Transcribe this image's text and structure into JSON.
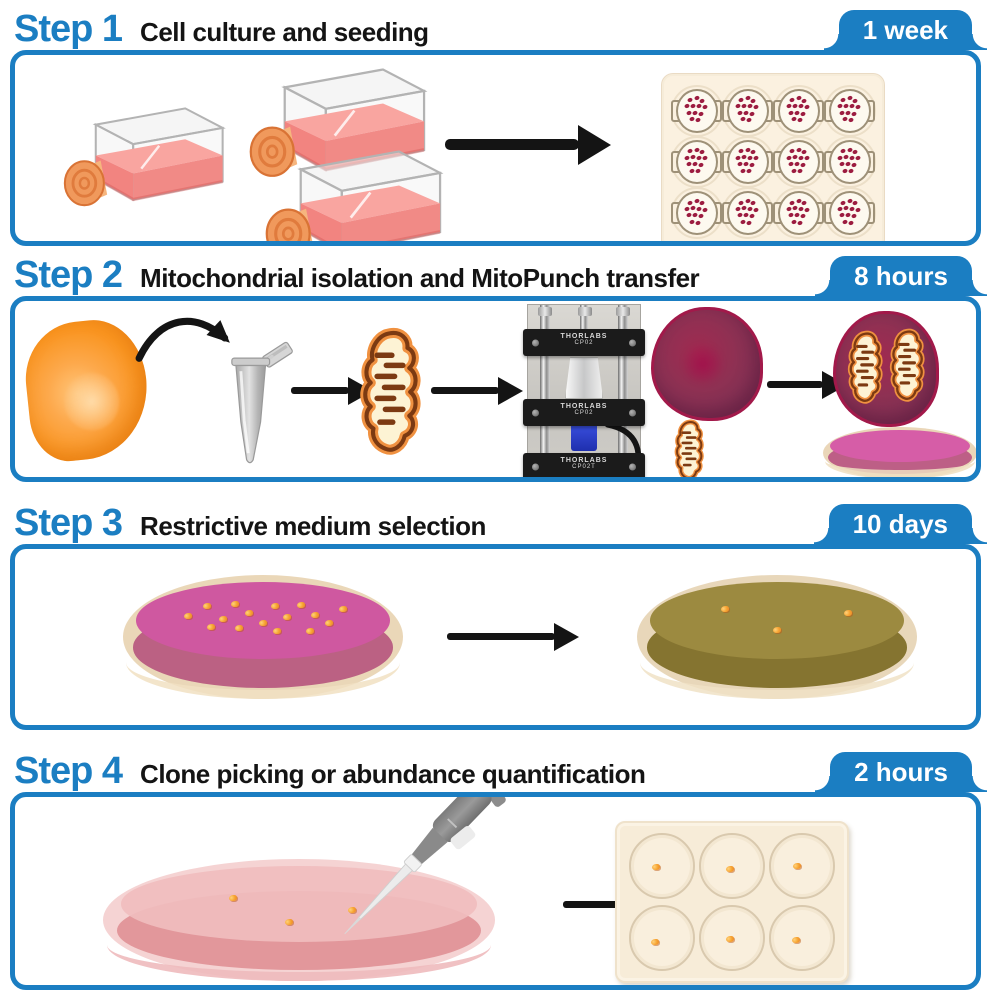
{
  "accent_color": "#1b7ec2",
  "steps": [
    {
      "label": "Step 1",
      "title": "Cell culture and seeding",
      "duration": "1 week"
    },
    {
      "label": "Step 2",
      "title": "Mitochondrial isolation and MitoPunch transfer",
      "duration": "8 hours"
    },
    {
      "label": "Step 3",
      "title": "Restrictive medium selection",
      "duration": "10 days"
    },
    {
      "label": "Step 4",
      "title": "Clone picking or abundance quantification",
      "duration": "2 hours"
    }
  ],
  "device": {
    "brand": "THORLABS",
    "plates": [
      "CP02",
      "CP02",
      "CP02T"
    ]
  },
  "step1": {
    "flask_count": 3,
    "plate12": {
      "rows": 3,
      "cols": 4,
      "dot_pattern": [
        [
          32,
          20
        ],
        [
          50,
          16
        ],
        [
          66,
          22
        ],
        [
          22,
          38
        ],
        [
          40,
          36
        ],
        [
          58,
          38
        ],
        [
          74,
          40
        ],
        [
          28,
          56
        ],
        [
          46,
          56
        ],
        [
          64,
          58
        ],
        [
          36,
          74
        ],
        [
          54,
          76
        ]
      ]
    }
  },
  "step3": {
    "pink_dish_colonies": [
      [
        18,
        42
      ],
      [
        26,
        28
      ],
      [
        33,
        46
      ],
      [
        38,
        24
      ],
      [
        44,
        38
      ],
      [
        50,
        52
      ],
      [
        55,
        28
      ],
      [
        60,
        44
      ],
      [
        66,
        26
      ],
      [
        72,
        40
      ],
      [
        78,
        52
      ],
      [
        84,
        32
      ],
      [
        40,
        60
      ],
      [
        56,
        64
      ],
      [
        28,
        58
      ],
      [
        70,
        64
      ]
    ],
    "olive_dish_colonies": [
      [
        28,
        32
      ],
      [
        50,
        62
      ],
      [
        80,
        38
      ]
    ]
  },
  "step4": {
    "dish_colonies": [
      [
        30,
        40
      ],
      [
        47,
        76
      ],
      [
        66,
        58
      ]
    ],
    "wellplate6": {
      "rows": 2,
      "cols": 3,
      "well_colonies": [
        [
          [
            40,
            52
          ]
        ],
        [
          [
            46,
            55
          ]
        ],
        [
          [
            42,
            50
          ]
        ],
        [
          [
            38,
            56
          ]
        ],
        [
          [
            47,
            52
          ]
        ],
        [
          [
            41,
            54
          ]
        ]
      ]
    }
  }
}
